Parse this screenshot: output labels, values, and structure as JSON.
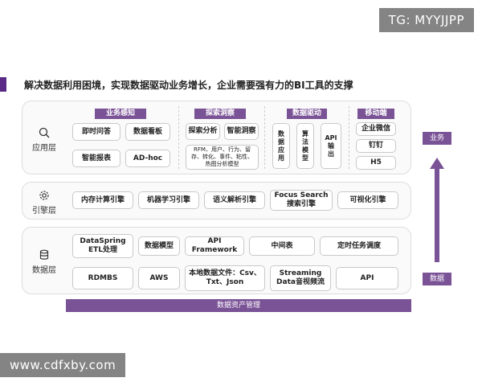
{
  "watermarks": {
    "top": "TG: MYYJJPP",
    "bottom": "www.cdfxby.com"
  },
  "title": "解决数据利用困境，实现数据驱动业务增长，企业需要强有力的BI工具的支撑",
  "layers": {
    "app": "应用层",
    "engine": "引擎层",
    "data": "数据层"
  },
  "icons": {
    "app": "search-icon",
    "engine": "gear-icon",
    "data": "database-icon"
  },
  "categories": {
    "business": "业务感知",
    "explore": "探索洞察",
    "driven": "数据驱动",
    "mobile": "移动端"
  },
  "app_boxes": {
    "instant_qa": "即时问答",
    "dashboard": "数据看板",
    "smart_report": "智能报表",
    "adhoc": "AD-hoc",
    "explore_analysis": "探索分析",
    "smart_insight": "智能洞察",
    "rfm": "RFM、用户、行为、留\n存、转化、事件、粘性、\n热图分析模型",
    "data_app": "数\n据\n应\n用",
    "algo_model": "算\n法\n模\n型",
    "api_output": "API\n输\n出",
    "wecom": "企业微信",
    "dingtalk": "钉钉",
    "h5": "H5"
  },
  "engine_boxes": {
    "memory": "内存计算引擎",
    "ml": "机器学习引擎",
    "nlp": "语义解析引擎",
    "focus": "Focus Search\n搜索引擎",
    "visual": "可视化引擎"
  },
  "data_boxes": {
    "dataspring": "DataSpring\nETL处理",
    "model": "数据模型",
    "api_framework": "API Framework",
    "middle_table": "中间表",
    "schedule": "定时任务调度",
    "rdmbs": "RDMBS",
    "aws": "AWS",
    "local_files": "本地数据文件：Csv、\nTxt、Json",
    "streaming": "Streaming\nData音视频流",
    "api": "API"
  },
  "asset_bar": "数据资产管理",
  "side": {
    "top": "业务",
    "bottom": "数据"
  },
  "colors": {
    "accent": "#7a5296",
    "title_bar": "#5b2a86"
  }
}
